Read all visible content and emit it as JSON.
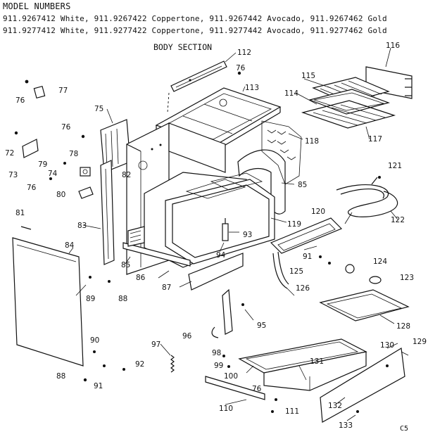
{
  "header": {
    "title": "MODEL NUMBERS",
    "line1": "911.9267412 White, 911.9267422 Coppertone, 911.9267442 Avocado, 911.9267462 Gold",
    "line2": "911.9277412 White, 911.9277422 Coppertone, 911.9277442 Avocado, 911.9277462 Gold"
  },
  "section_title": "BODY SECTION",
  "corner_mark": "C5",
  "callouts": {
    "p72": "72",
    "p73": "73",
    "p74": "74",
    "p75": "75",
    "p76a": "76",
    "p76b": "76",
    "p76c": "76",
    "p76d": "76",
    "p76e": "76",
    "p77": "77",
    "p78": "78",
    "p79": "79",
    "p80": "80",
    "p81": "81",
    "p82": "82",
    "p83": "83",
    "p84": "84",
    "p85a": "85",
    "p85b": "85",
    "p86": "86",
    "p87": "87",
    "p88a": "88",
    "p88b": "88",
    "p89": "89",
    "p90": "90",
    "p91a": "91",
    "p91b": "91",
    "p92": "92",
    "p93": "93",
    "p94": "94",
    "p95": "95",
    "p96": "96",
    "p97": "97",
    "p98": "98",
    "p99": "99",
    "p100": "100",
    "p110": "110",
    "p111": "111",
    "p112": "112",
    "p113": "113",
    "p114": "114",
    "p115": "115",
    "p116": "116",
    "p117": "117",
    "p118": "118",
    "p119": "119",
    "p120": "120",
    "p121": "121",
    "p122": "122",
    "p123": "123",
    "p124": "124",
    "p125": "125",
    "p126": "126",
    "p128": "128",
    "p129": "129",
    "p130": "130",
    "p131": "131",
    "p132": "132",
    "p133": "133"
  }
}
